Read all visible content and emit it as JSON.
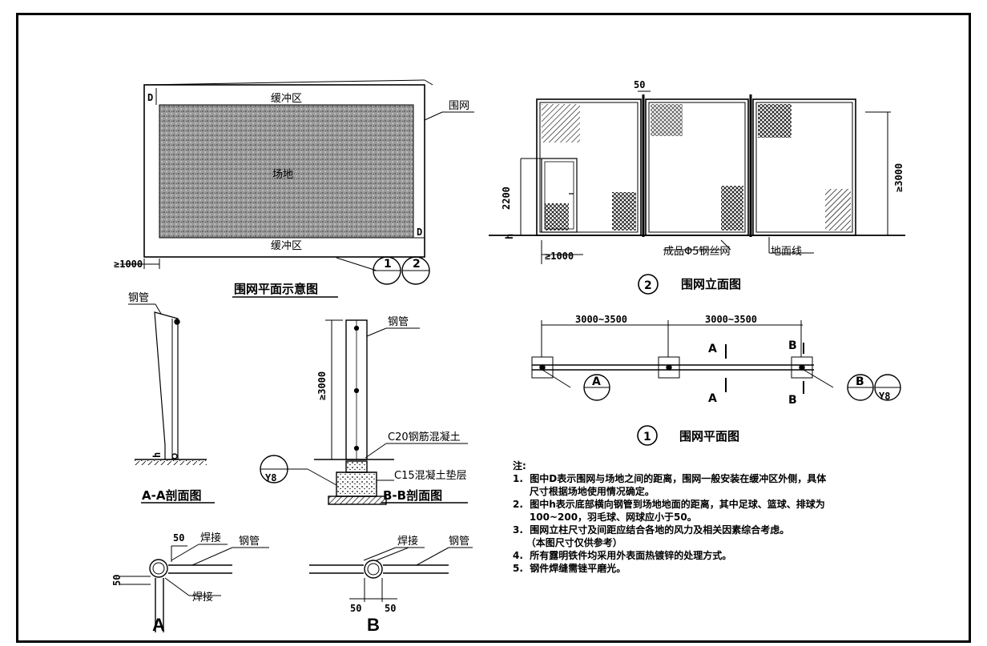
{
  "plan": {
    "buffer_top": "缓冲区",
    "buffer_bottom": "缓冲区",
    "field": "场地",
    "fence": "围网",
    "dim_D_top": "D",
    "dim_D_right": "D",
    "dim_1000": "≥1000",
    "callout1_num": "1",
    "callout2_num": "2",
    "title": "围网平面示意图"
  },
  "elevation": {
    "dim_50": "50",
    "dim_2200": "2200",
    "dim_h": "h",
    "dim_3000": "≥3000",
    "dim_1000": "≥1000",
    "mesh": "成品Φ5钢丝网",
    "ground": "地面线",
    "badge": "2",
    "title": "围网立面图"
  },
  "layout": {
    "dim_left": "3000~3500",
    "dim_right": "3000~3500",
    "cut_a_top": "A",
    "cut_a_bottom": "A",
    "cut_b_top": "B",
    "cut_b_bottom": "B",
    "bubble_a": "A",
    "bubble_b": "B",
    "bubble_y8": "Y8",
    "badge": "1",
    "title": "围网平面图"
  },
  "section_a": {
    "pipe": "钢管",
    "dim_h": "h",
    "title": "A-A剖面图"
  },
  "section_b": {
    "pipe": "钢管",
    "dim_3000": "≥3000",
    "c20": "C20钢筋混凝土",
    "c15": "C15混凝土垫层",
    "bubble_y8": "Y8",
    "title": "B-B剖面图"
  },
  "detail_a": {
    "dim_50_top": "50",
    "dim_50_left": "50",
    "weld_top": "焊接",
    "pipe": "钢管",
    "weld_bottom": "焊接",
    "label": "A"
  },
  "detail_b": {
    "weld": "焊接",
    "pipe": "钢管",
    "dim_50_left": "50",
    "dim_50_right": "50",
    "label": "B"
  },
  "notes": {
    "heading": "注:",
    "items": [
      "1.  图中D表示围网与场地之间的距离，围网一般安装在缓冲区外侧，具体",
      "     尺寸根据场地使用情况确定。",
      "2.  图中h表示底部横向钢管到场地地面的距离，其中足球、篮球、排球为",
      "     100~200，羽毛球、网球应小于50。",
      "3.  围网立柱尺寸及间距应结合各地的风力及相关因素综合考虑。",
      "    （本图尺寸仅供参考）",
      "4.  所有露明铁件均采用外表面热镀锌的处理方式。",
      "5.  钢件焊缝需锉平磨光。"
    ]
  }
}
